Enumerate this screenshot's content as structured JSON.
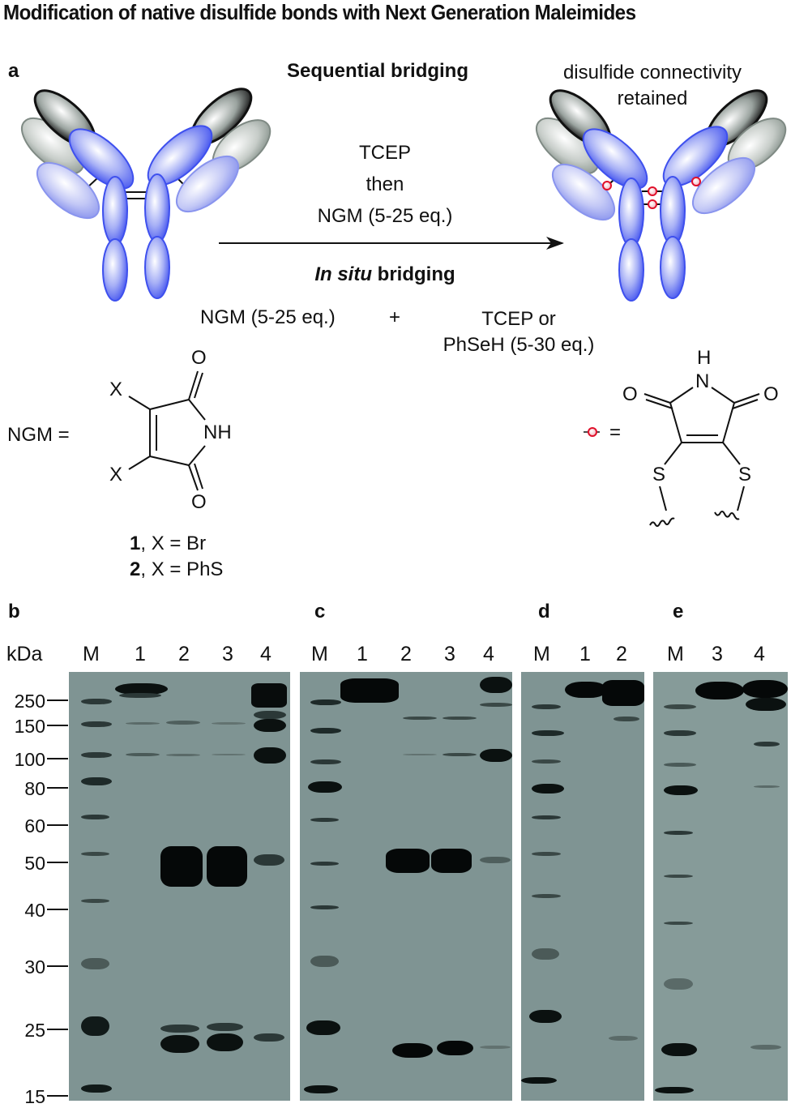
{
  "title": "Modification of native disulfide bonds with Next Generation Maleimides",
  "panel_a": {
    "label": "a",
    "sequential_heading": "Sequential bridging",
    "product_caption_line1": "disulfide connectivity",
    "product_caption_line2": "retained",
    "sequential_conditions": [
      "TCEP",
      "then",
      "NGM (5-25 eq.)"
    ],
    "insitu_heading_italic": "In situ",
    "insitu_heading_rest": " bridging",
    "insitu_reagent_left": "NGM (5-25 eq.)",
    "plus": "+",
    "insitu_reagent_right_line1": "TCEP or",
    "insitu_reagent_right_line2": "PhSeH (5-30 eq.)",
    "ngm_equals": "NGM  =",
    "ngm_atoms": {
      "x_top": "X",
      "x_bottom": "X",
      "o_top": "O",
      "o_bottom": "O",
      "nh": "NH"
    },
    "compounds": [
      {
        "num": "1",
        "text": ", X = Br"
      },
      {
        "num": "2",
        "text": ", X = PhS"
      }
    ],
    "bridge_legend_equals": "=",
    "bridge_atoms": {
      "h": "H",
      "n": "N",
      "o_left": "O",
      "o_right": "O",
      "s_left": "S",
      "s_right": "S"
    },
    "colors": {
      "heavy_chain": "#4a5cf0",
      "light_chain": "#8f99f0",
      "variable_dark": "#111111",
      "variable_light": "#9aa59f",
      "bridge_marker": "#e0102a"
    }
  },
  "gels": {
    "unit_label": "kDa",
    "mw_markers": [
      "250",
      "150",
      "100",
      "80",
      "60",
      "50",
      "40",
      "30",
      "25",
      "15"
    ],
    "panels": [
      {
        "label": "b",
        "lanes": [
          "M",
          "1",
          "2",
          "3",
          "4"
        ]
      },
      {
        "label": "c",
        "lanes": [
          "M",
          "1",
          "2",
          "3",
          "4"
        ]
      },
      {
        "label": "d",
        "lanes": [
          "M",
          "1",
          "2"
        ]
      },
      {
        "label": "e",
        "lanes": [
          "M",
          "3",
          "4"
        ]
      }
    ],
    "gel_color": "#7f9493"
  }
}
